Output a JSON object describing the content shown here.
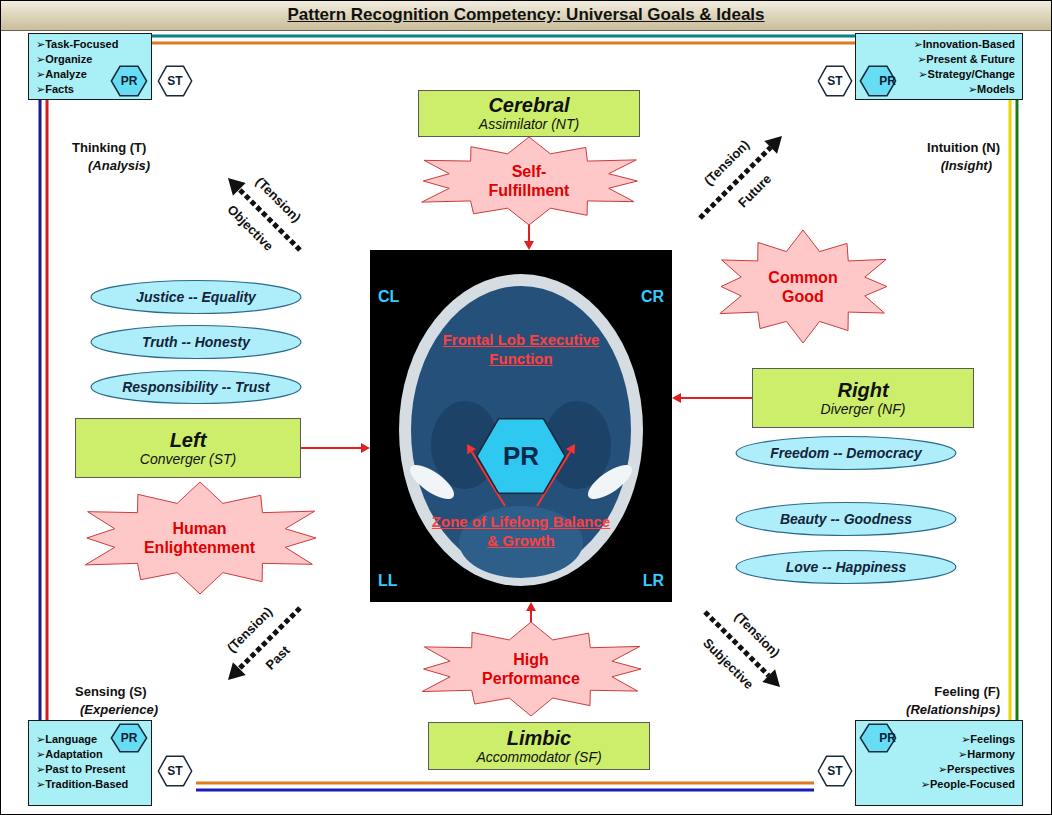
{
  "diagram": {
    "title": "Pattern Recognition Competency: Universal Goals & Ideals",
    "nodes": [
      {
        "text": [
          "➢Task-Focused",
          "➢Organize",
          "➢Analyze",
          "➢Facts"
        ]
      },
      {
        "text": [
          "PR"
        ],
        "in": 0
      },
      {
        "text": [
          "ST"
        ]
      },
      {
        "text": [
          "Cerebral",
          "Assimilator (NT)"
        ]
      },
      {
        "text": [
          "ST"
        ]
      },
      {
        "text": [
          "➢Innovation-Based",
          "➢Present & Future",
          "➢Strategy/Change",
          "➢Models"
        ]
      },
      {
        "text": [
          "PR"
        ],
        "in": 5
      },
      {
        "text": [
          "Self-Fulfillment"
        ]
      },
      {
        "text": [
          "Justice -- Equality"
        ]
      },
      {
        "text": [
          "Truth -- Honesty"
        ]
      },
      {
        "text": [
          "Responsibility -- Trust"
        ]
      },
      {
        "text": [
          "CL",
          "CR",
          "Frontal Lob Executive Function",
          "Zone of Lifelong Balance & Growth",
          "LL",
          "LR"
        ]
      },
      {
        "text": [
          "PR"
        ],
        "in": 11
      },
      {
        "text": [
          "Common Good"
        ]
      },
      {
        "text": [
          "Right",
          "Diverger (NF)"
        ]
      },
      {
        "text": [
          "Left",
          "Converger (ST)"
        ]
      },
      {
        "text": [
          "Freedom -- Democracy"
        ]
      },
      {
        "text": [
          "Beauty -- Goodness"
        ]
      },
      {
        "text": [
          "Human Enlightenment"
        ]
      },
      {
        "text": [
          "Love -- Happiness"
        ]
      },
      {
        "text": [
          "High Performance"
        ]
      },
      {
        "text": [
          "➢Language",
          "➢Adaptation",
          "➢Past to Present",
          "➢Tradition-Based"
        ]
      },
      {
        "text": [
          "PR"
        ],
        "in": 21
      },
      {
        "text": [
          "ST"
        ]
      },
      {
        "text": [
          "Limbic",
          "Accommodator (SF)"
        ]
      },
      {
        "text": [
          "➢Feelings",
          "➢Harmony",
          "➢Perspectives",
          "➢People-Focused"
        ]
      },
      {
        "text": [
          "PR"
        ],
        "in": 25
      },
      {
        "text": [
          "ST"
        ]
      }
    ],
    "edges": [
      {
        "from": 7,
        "to": 11,
        "arrow": "to"
      },
      {
        "from": 15,
        "to": 11,
        "arrow": "to"
      },
      {
        "from": 14,
        "to": 11,
        "arrow": "to"
      },
      {
        "from": 20,
        "to": 11,
        "arrow": "to"
      }
    ],
    "labels": [
      "Thinking (T)",
      "(Analysis)",
      "Intuition (N)",
      "(Insight)",
      "(Tension)",
      "Objective",
      "(Tension)",
      "Future",
      "Sensing (S)",
      "(Experience)",
      "(Tension)",
      "Past",
      "(Tension)",
      "Subjective",
      "Feeling (F)",
      "(Relationships)"
    ]
  }
}
